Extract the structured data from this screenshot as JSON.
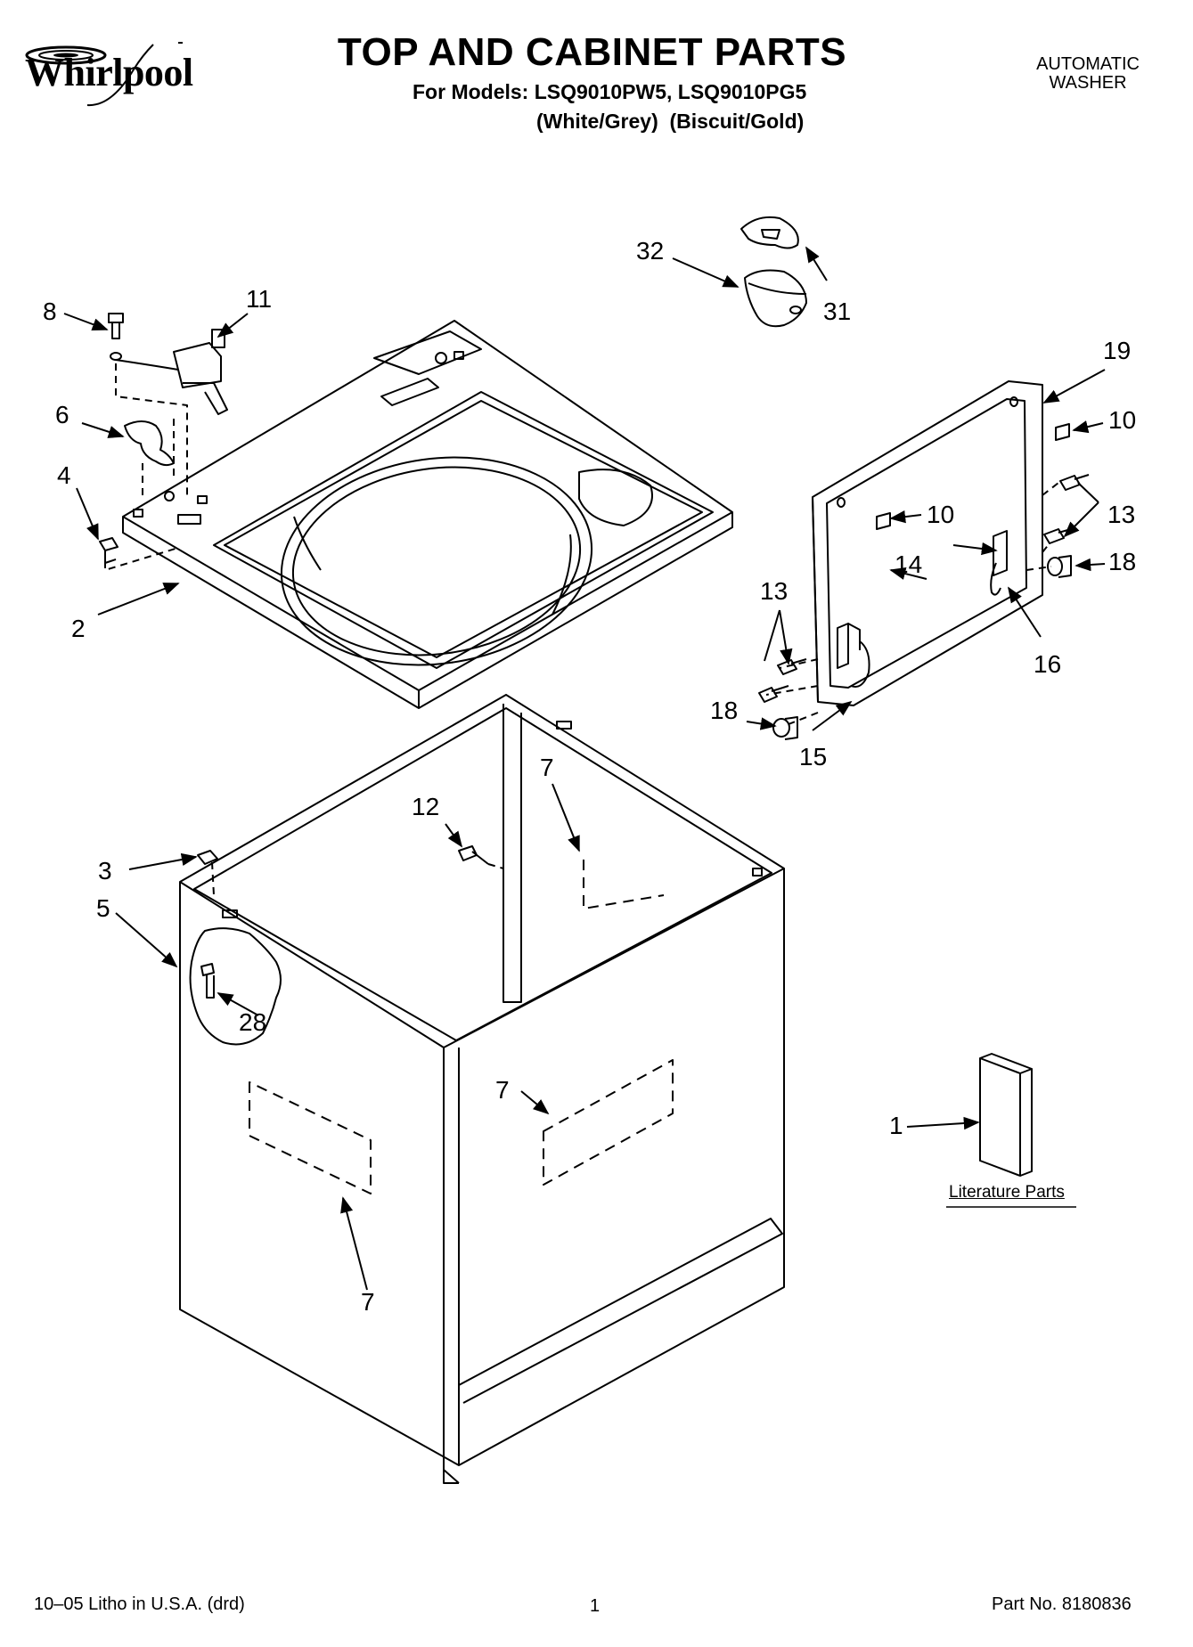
{
  "brand": "Whirlpool",
  "header": {
    "title": "TOP AND CABINET PARTS",
    "models_line": "For Models: LSQ9010PW5, LSQ9010PG5",
    "colors_line": "(White/Grey)  (Biscuit/Gold)",
    "category_line1": "AUTOMATIC",
    "category_line2": "WASHER"
  },
  "diagram": {
    "literature_label": "Literature Parts",
    "callouts": [
      "8",
      "11",
      "6",
      "4",
      "2",
      "32",
      "31",
      "19",
      "10",
      "10",
      "13",
      "14",
      "18",
      "13",
      "16",
      "18",
      "15",
      "12",
      "7",
      "3",
      "5",
      "28",
      "7",
      "1",
      "7"
    ]
  },
  "footer": {
    "litho": "10–05 Litho in U.S.A. (drd)",
    "page": "1",
    "part_no": "Part No. 8180836"
  }
}
